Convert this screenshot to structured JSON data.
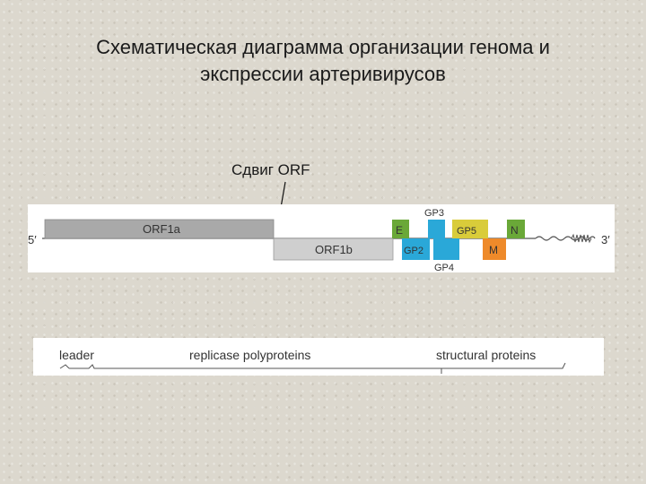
{
  "title": {
    "line1": "Схематическая диаграмма организации генома и",
    "line2": "экспрессии артеривирусов"
  },
  "frameshift_label": "Сдвиг ORF",
  "genome": {
    "end5": "5′",
    "end3": "3′",
    "orfs": [
      {
        "label": "ORF1a"
      },
      {
        "label": "ORF1b"
      }
    ],
    "structural": [
      {
        "label": "E",
        "color": "#6aa838"
      },
      {
        "label": "GP3",
        "color": "#2aa8d8"
      },
      {
        "label": "GP2",
        "color": "#2aa8d8"
      },
      {
        "label": "GP4",
        "color": "#2aa8d8"
      },
      {
        "label": "GP5",
        "color": "#d9cc3a"
      },
      {
        "label": "M",
        "color": "#ee8a2a"
      },
      {
        "label": "N",
        "color": "#6aa838"
      }
    ]
  },
  "products": {
    "leader": "leader",
    "replicase": "replicase  polyproteins",
    "structural": "structural proteins"
  }
}
